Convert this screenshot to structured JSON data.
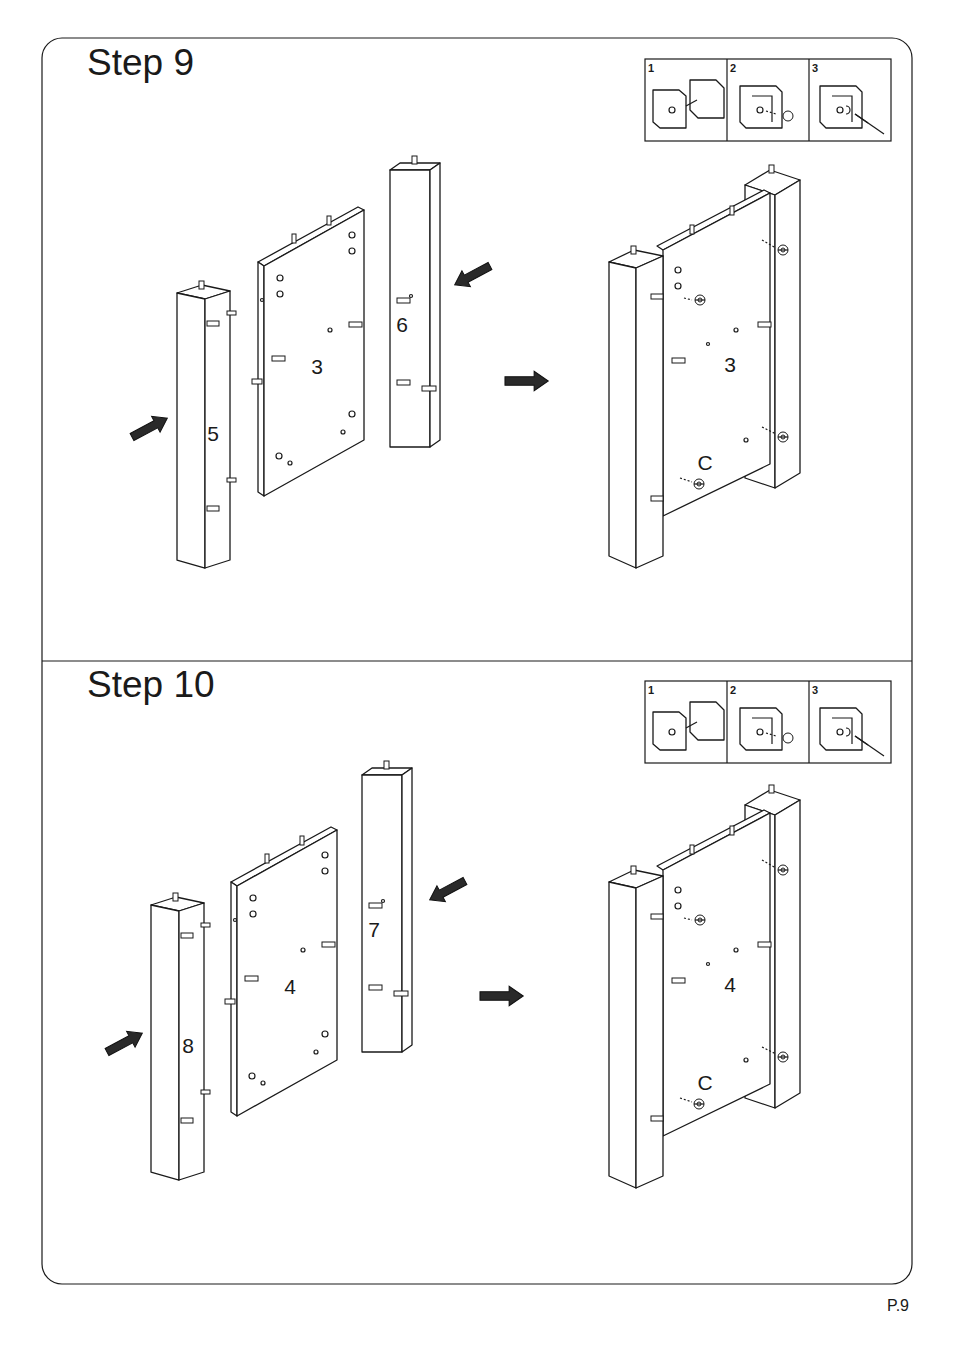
{
  "diagram": {
    "labels": [
      "Step 9",
      "1",
      "2",
      "3",
      "5",
      "3",
      "6",
      "3",
      "C",
      "Step 10",
      "1",
      "2",
      "3",
      "8",
      "4",
      "7",
      "4",
      "C",
      "P.9"
    ]
  }
}
